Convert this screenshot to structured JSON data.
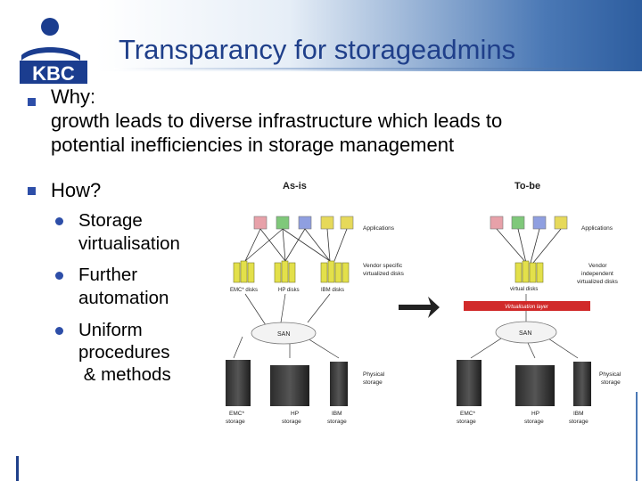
{
  "slide": {
    "title": "Transparancy for storageadmins",
    "logo_text": "KBC",
    "why": {
      "label": "Why:",
      "line1": "growth leads to diverse infrastructure which leads to",
      "line2": "potential inefficiencies in storage management"
    },
    "how": {
      "label": "How?",
      "items": [
        {
          "line1": "Storage",
          "line2": "virtualisation"
        },
        {
          "line1": "Further",
          "line2": "automation"
        },
        {
          "line1": "Uniform",
          "line2": "procedures",
          "line3": " & methods"
        }
      ]
    }
  },
  "diagram": {
    "asis_title": "As-is",
    "tobe_title": "To-be",
    "asis": {
      "applications": "Applications",
      "vendor_specific_1": "Vendor specific",
      "vendor_specific_2": "virtualized disks",
      "emc_disks": "EMC* disks",
      "hp_disks": "HP disks",
      "ibm_disks": "IBM disks",
      "san": "SAN",
      "physical_1": "Physical",
      "physical_2": "storage",
      "emc_storage_1": "EMC*",
      "emc_storage_2": "storage",
      "hp_storage_1": "HP",
      "hp_storage_2": "storage",
      "ibm_storage_1": "IBM",
      "ibm_storage_2": "storage"
    },
    "tobe": {
      "applications": "Applications",
      "vendor_ind_1": "Vendor",
      "vendor_ind_2": "independent",
      "vendor_ind_3": "virtualized disks",
      "virtual_disks": "virtual disks",
      "virt_layer": "Virtualisation layer",
      "san": "SAN",
      "physical_1": "Physical",
      "physical_2": "storage",
      "emc_storage_1": "EMC*",
      "emc_storage_2": "storage",
      "hp_storage_1": "HP",
      "hp_storage_2": "storage",
      "ibm_storage_1": "IBM",
      "ibm_storage_2": "storage"
    },
    "colors": {
      "app_pink": "#e7a1a9",
      "app_green": "#7fc87a",
      "app_blue": "#8f9fe0",
      "app_yellow": "#e6d95a",
      "disk_yellow": "#e3e04a",
      "virt_layer_red": "#d12a2a"
    }
  }
}
